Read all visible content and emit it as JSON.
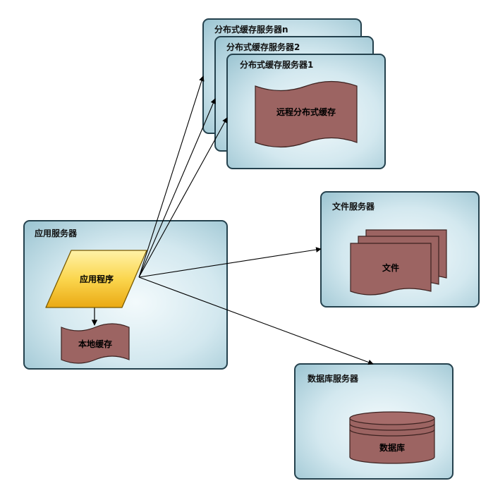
{
  "servers": {
    "app": {
      "title": "应用服务器",
      "program_label": "应用程序",
      "local_cache_label": "本地缓存"
    },
    "cache_n": {
      "title": "分布式缓存服务器n"
    },
    "cache_2": {
      "title": "分布式缓存服务器2"
    },
    "cache_1": {
      "title": "分布式缓存服务器1",
      "content_label": "远程分布式缓存"
    },
    "file": {
      "title": "文件服务器",
      "content_label": "文件"
    },
    "database": {
      "title": "数据库服务器",
      "content_label": "数据库"
    }
  },
  "colors": {
    "server_fill": "#c2dde6",
    "server_stroke": "#24414d",
    "document_fill": "#9c6462",
    "program_fill": "#f7c12a",
    "arrow": "#000000"
  }
}
